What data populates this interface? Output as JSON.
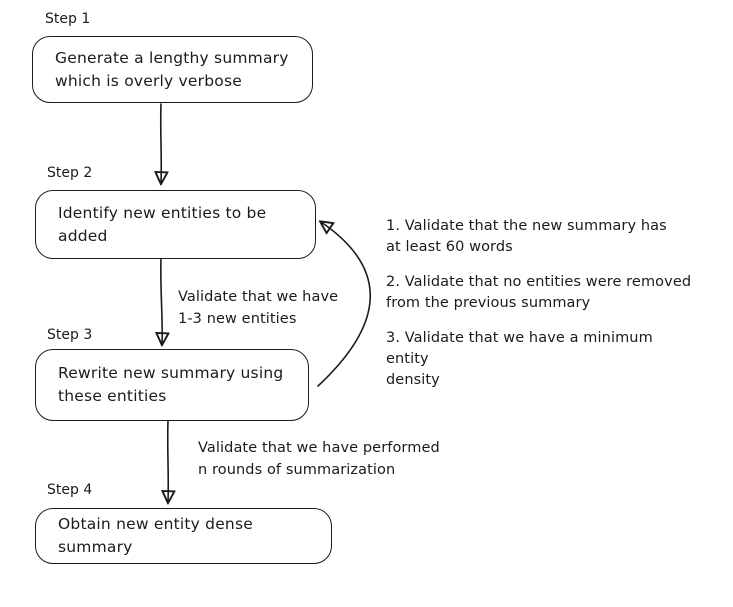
{
  "diagram": {
    "colors": {
      "stroke": "#1b1b1b",
      "background": "#ffffff"
    },
    "steps": [
      {
        "label": "Step 1",
        "text": "Generate a lengthy summary\nwhich is overly verbose"
      },
      {
        "label": "Step 2",
        "text": "Identify new entities to be\nadded"
      },
      {
        "label": "Step 3",
        "text": "Rewrite new summary using\nthese entities"
      },
      {
        "label": "Step 4",
        "text": "Obtain new entity dense\nsummary"
      }
    ],
    "edge_labels": [
      {
        "edge": "step2-to-step3",
        "text": "Validate that we have\n1-3 new entities"
      },
      {
        "edge": "step3-to-step4",
        "text": "Validate that we have performed\nn rounds of summarization"
      }
    ],
    "validation_notes": [
      "1. Validate that the new summary has\nat least 60 words",
      "2. Validate that no entities were removed\nfrom the previous summary",
      "3. Validate that we have a minimum entity\ndensity"
    ]
  }
}
